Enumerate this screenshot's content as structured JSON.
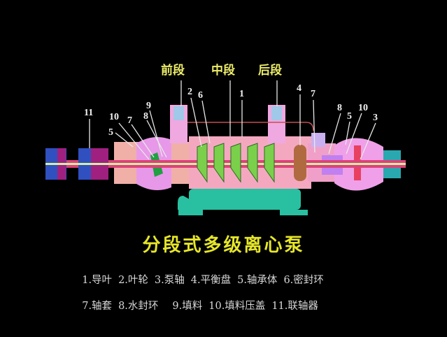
{
  "sections": {
    "front": "前段",
    "middle": "中段",
    "rear": "后段"
  },
  "callouts": {
    "left": [
      "11",
      "10",
      "7",
      "9",
      "8",
      "5"
    ],
    "center": [
      "2",
      "6",
      "1",
      "4",
      "7"
    ],
    "right": [
      "8",
      "10",
      "5",
      "3"
    ]
  },
  "title": "分段式多级离心泵",
  "legend": {
    "row1": [
      "1.导叶",
      "2.叶轮",
      "3.泵轴",
      "4.平衡盘",
      "5.轴承体",
      "6.密封环"
    ],
    "row2": [
      "7.轴套",
      "8.水封环",
      "9.填料",
      "10.填料压盖",
      "11.联轴器"
    ]
  },
  "colors": {
    "background": "#000000",
    "title": "#e6e62a",
    "casing": "#f0a8b8",
    "shaft": "#e0407a",
    "impeller": "#7ad04a",
    "base": "#28c0a0",
    "coupling": "#3050c0"
  }
}
